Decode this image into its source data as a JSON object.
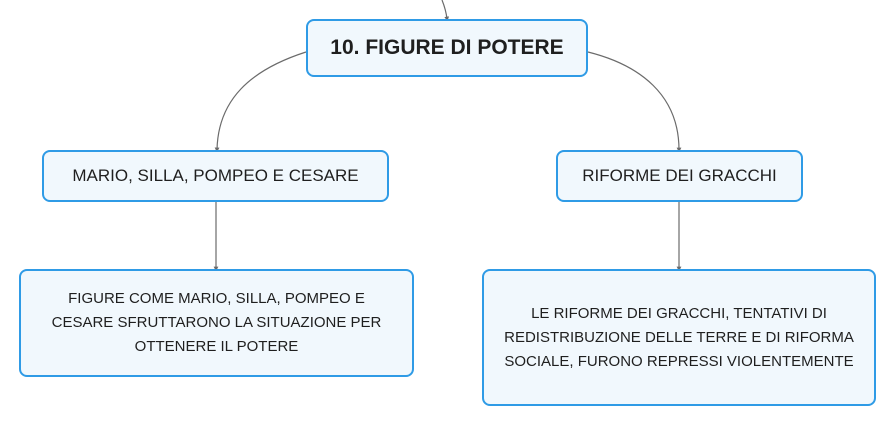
{
  "map": {
    "root": {
      "title": "10. FIGURE DI POTERE"
    },
    "branches": [
      {
        "label": "MARIO, SILLA, POMPEO E CESARE",
        "detail": "FIGURE COME MARIO, SILLA, POMPEO E CESARE SFRUTTARONO LA SITUAZIONE PER OTTENERE IL POTERE"
      },
      {
        "label": "RIFORME DEI GRACCHI",
        "detail": "LE RIFORME DEI GRACCHI, TENTATIVI DI REDISTRIBUZIONE DELLE TERRE E DI RIFORMA SOCIALE, FURONO REPRESSI VIOLENTEMENTE"
      }
    ]
  },
  "colors": {
    "node_border": "#2f9be6",
    "node_fill": "#f1f8fd",
    "connector": "#6b6b6b",
    "text": "#1f1f1f"
  }
}
